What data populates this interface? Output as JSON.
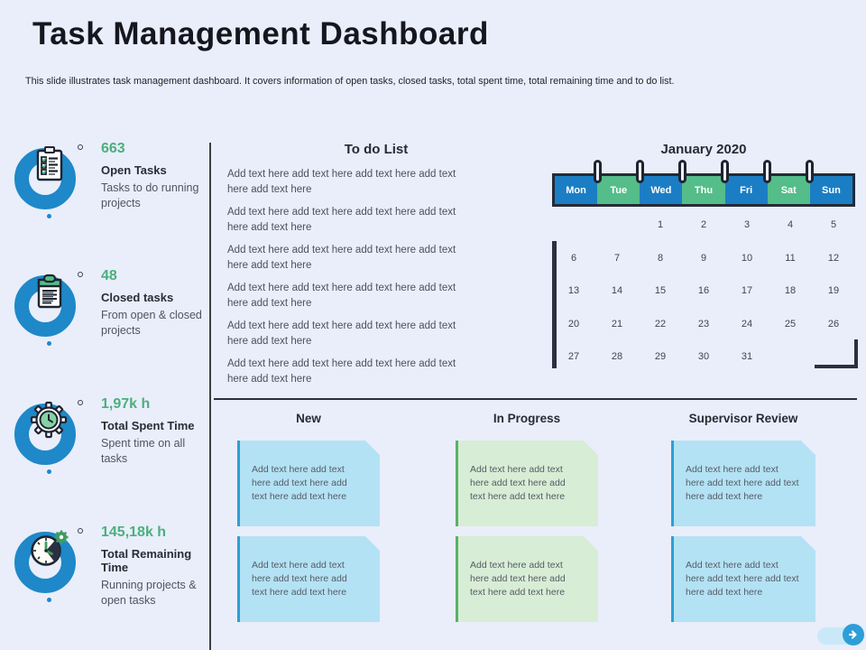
{
  "slide": {
    "title": "Task Management Dashboard",
    "subtitle": "This slide illustrates task management dashboard. It covers information of open tasks, closed tasks, total spent time, total remaining time and to do list."
  },
  "stats": [
    {
      "icon": "clipboard-checklist-icon",
      "value": "663",
      "label": "Open Tasks",
      "description": "Tasks to do running projects"
    },
    {
      "icon": "clipboard-closed-icon",
      "value": "48",
      "label": "Closed tasks",
      "description": "From open & closed projects"
    },
    {
      "icon": "gear-clock-icon",
      "value": "1,97k h",
      "label": "Total Spent Time",
      "description": "Spent time on all tasks"
    },
    {
      "icon": "clock-gear-icon",
      "value": "145,18k h",
      "label": "Total Remaining Time",
      "description": "Running projects & open tasks"
    }
  ],
  "todo": {
    "title": "To do List",
    "items": [
      "Add text here add text here add text here add text here add text here",
      "Add text here add text here add text here add text here add text here",
      "Add text here add text here add text here add text here add text here",
      "Add text here add text here add text here add text here add text here",
      "Add text here add text here add text here add text here add text here",
      "Add text here add text here add text here add text here add text here"
    ]
  },
  "calendar": {
    "title": "January 2020",
    "day_headers": [
      "Mon",
      "Tue",
      "Wed",
      "Thu",
      "Fri",
      "Sat",
      "Sun"
    ],
    "weeks": [
      [
        "",
        "",
        "1",
        "2",
        "3",
        "4",
        "5"
      ],
      [
        "6",
        "7",
        "8",
        "9",
        "10",
        "11",
        "12"
      ],
      [
        "13",
        "14",
        "15",
        "16",
        "17",
        "18",
        "19"
      ],
      [
        "20",
        "21",
        "22",
        "23",
        "24",
        "25",
        "26"
      ],
      [
        "27",
        "28",
        "29",
        "30",
        "31",
        "",
        ""
      ]
    ]
  },
  "kanban": {
    "columns": [
      {
        "title": "New",
        "style": "blue",
        "cards": [
          "Add text here add text here add text here add text here add text here",
          "Add text here add text here add text here add text here add text here"
        ]
      },
      {
        "title": "In Progress",
        "style": "green",
        "cards": [
          "Add text here add text here add text here add text here add text here",
          "Add text here add text here add text here add text here add text here"
        ]
      },
      {
        "title": "Supervisor Review",
        "style": "blue",
        "cards": [
          "Add text here add text here add text here add text here add text here",
          "Add text here add text here add text here add text here add text here"
        ]
      }
    ]
  },
  "footer": {
    "next_icon": "arrow-right-icon"
  },
  "colors": {
    "background": "#E9EEFA",
    "accent_green": "#4CAF7D",
    "accent_blue": "#1E88C9",
    "calendar_blue": "#1B7EC5",
    "calendar_green": "#54BD89",
    "card_blue": "#B3E2F4",
    "card_green": "#D8EDD5",
    "dark_line": "#2B3040"
  }
}
